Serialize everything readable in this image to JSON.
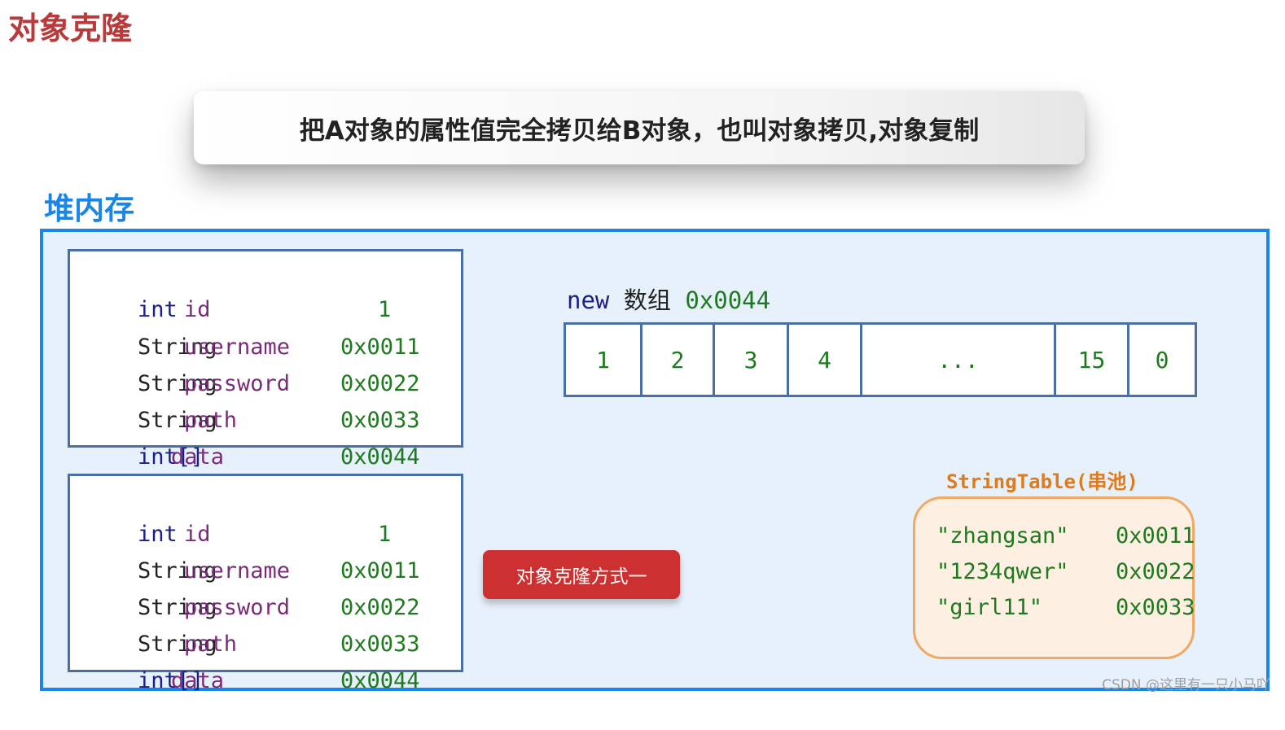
{
  "title": "对象克隆",
  "banner": "把A对象的属性值完全拷贝给B对象，也叫对象拷贝,对象复制",
  "heap_label": "堆内存",
  "objects": [
    {
      "fields": [
        {
          "type": "int",
          "name": "id",
          "value": "1"
        },
        {
          "type": "String",
          "name": "username",
          "value": "0x0011"
        },
        {
          "type": "String",
          "name": "password",
          "value": "0x0022"
        },
        {
          "type": "String",
          "name": "path",
          "value": "0x0033"
        },
        {
          "type": "int[]",
          "name": "data",
          "value": "0x0044"
        }
      ]
    },
    {
      "fields": [
        {
          "type": "int",
          "name": "id",
          "value": "1"
        },
        {
          "type": "String",
          "name": "username",
          "value": "0x0011"
        },
        {
          "type": "String",
          "name": "password",
          "value": "0x0022"
        },
        {
          "type": "String",
          "name": "path",
          "value": "0x0033"
        },
        {
          "type": "int[]",
          "name": "data",
          "value": "0x0044"
        }
      ]
    }
  ],
  "array": {
    "label_new": "new",
    "label_name": "数组",
    "label_addr": "0x0044",
    "cells": [
      "1",
      "2",
      "3",
      "4",
      "...",
      "15",
      "0"
    ]
  },
  "clone_button": "对象克隆方式一",
  "string_table": {
    "label": "StringTable(串池)",
    "entries": [
      {
        "str": "\"zhangsan\"",
        "addr": "0x0011"
      },
      {
        "str": "\"1234qwer\"",
        "addr": "0x0022"
      },
      {
        "str": "\"girl11\"",
        "addr": "0x0033"
      }
    ]
  },
  "watermark": "CSDN @这里有一只小马吖",
  "colors": {
    "title": "#b83a3a",
    "heap_border": "#1a86e8",
    "address_green": "#1f7a1f",
    "button_red": "#cc3030",
    "pool_border": "#f0a866"
  }
}
